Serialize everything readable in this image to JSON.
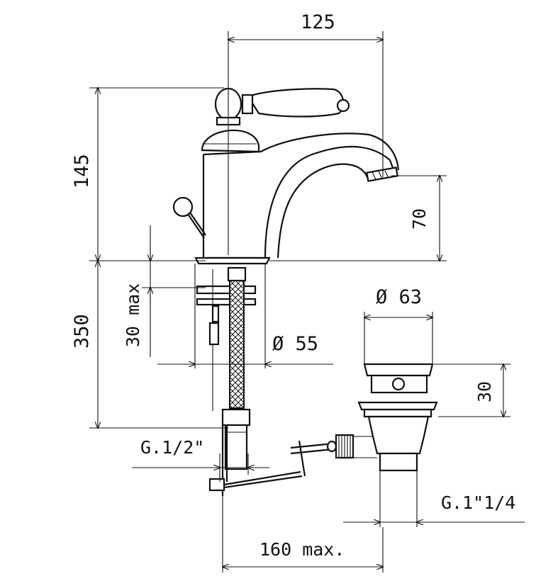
{
  "dimensions": {
    "width_125": "125",
    "height_145": "145",
    "height_70": "70",
    "diameter_63": "Ø 63",
    "height_350": "350",
    "range_30_max": "30 max",
    "diameter_55": "Ø 55",
    "height_30": "30",
    "thread_half_inch": "G.1/2\"",
    "thread_one_quarter": "G.1\"1/4",
    "length_160_max": "160 max."
  }
}
